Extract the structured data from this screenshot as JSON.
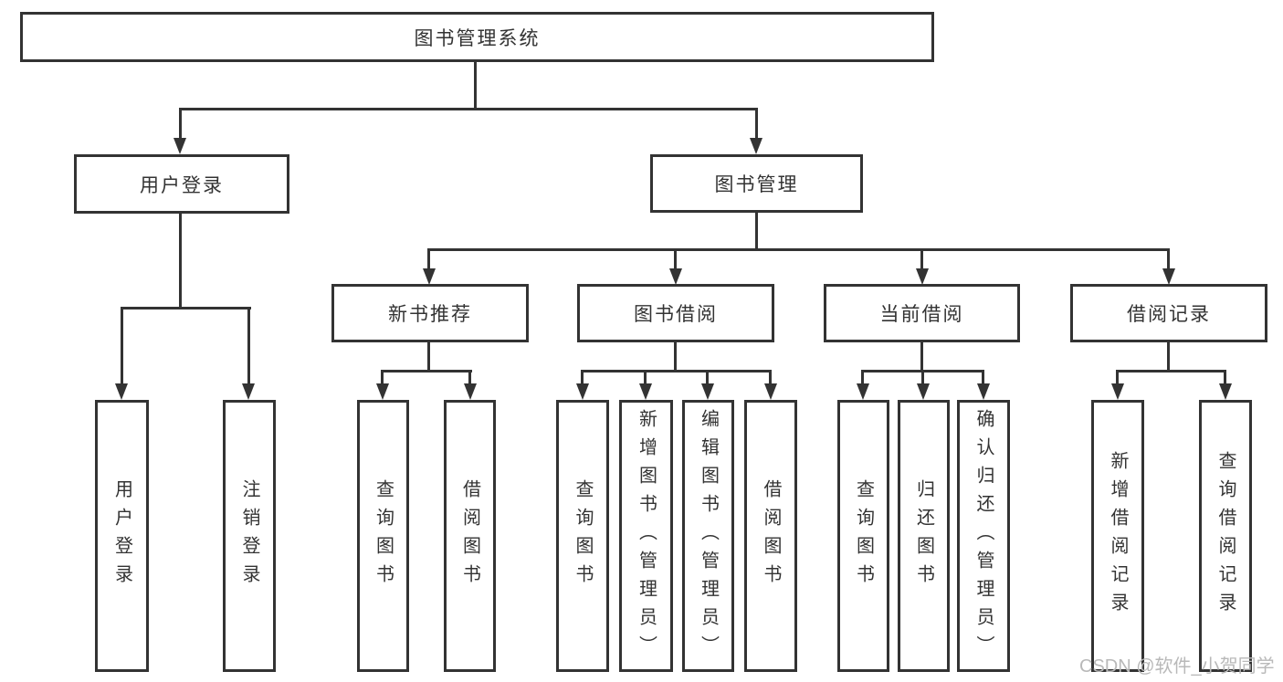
{
  "nodes": {
    "root": "图书管理系统",
    "user_login": "用户登录",
    "book_mgmt": "图书管理",
    "new_book_rec": "新书推荐",
    "book_borrow": "图书借阅",
    "current_borrow": "当前借阅",
    "borrow_records": "借阅记录"
  },
  "leaves": {
    "user_login": [
      "用户登录",
      "注销登录"
    ],
    "new_book_rec": [
      "查询图书",
      "借阅图书"
    ],
    "book_borrow": [
      "查询图书",
      "新增图书（管理员）",
      "编辑图书（管理员）",
      "借阅图书"
    ],
    "current_borrow": [
      "查询图书",
      "归还图书",
      "确认归还（管理员）"
    ],
    "borrow_records": [
      "新增借阅记录",
      "查询借阅记录"
    ]
  },
  "watermark": "CSDN @软件_小贺同学",
  "colors": {
    "line": "#333333",
    "text": "#333333",
    "box_bg": "#ffffff",
    "watermark": "#b9b9b9"
  }
}
